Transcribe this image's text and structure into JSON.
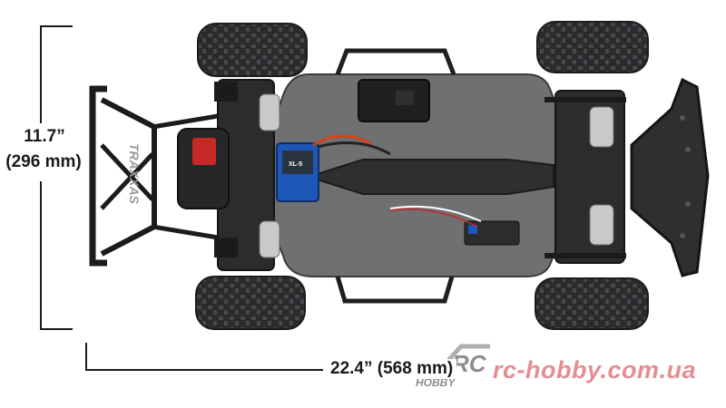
{
  "dimensions": {
    "height_inches": "11.7”",
    "height_mm": "(296 mm)",
    "width": "22.4” (568 mm)"
  },
  "watermark": {
    "logo_letters": "RC",
    "logo_sub": "HOBBY",
    "site": "rc-hobby.com.ua"
  },
  "decals": {
    "wing_brand": "TRAXXAS",
    "esc_label": "XL-5"
  },
  "colors": {
    "chassis": "#6e7072",
    "tire": "#2a2b2d",
    "esc": "#1e57b8",
    "watermark": "#e07a7f"
  }
}
